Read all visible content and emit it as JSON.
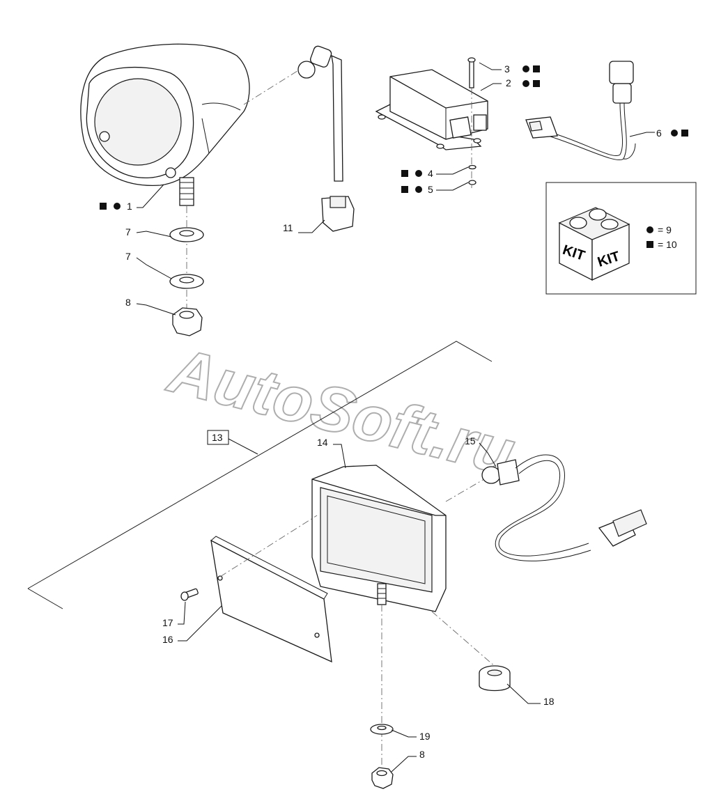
{
  "labels": {
    "p1": "1",
    "p2": "2",
    "p3": "3",
    "p4": "4",
    "p5": "5",
    "p6": "6",
    "p7a": "7",
    "p7b": "7",
    "p8a": "8",
    "p8b": "8",
    "p11": "11",
    "p13": "13",
    "p14": "14",
    "p15": "15",
    "p16": "16",
    "p17": "17",
    "p18": "18",
    "p19": "19"
  },
  "legend": {
    "kit_text_left": "KIT",
    "kit_text_right": "KIT",
    "circle_value": "= 9",
    "square_value": "= 10"
  },
  "watermark": {
    "line1": "AutoSoft.ru"
  },
  "symbols": {
    "circle": "●",
    "square": "■"
  },
  "colors": {
    "ink": "#1a1a1a",
    "watermark": "#9a9a9a"
  }
}
